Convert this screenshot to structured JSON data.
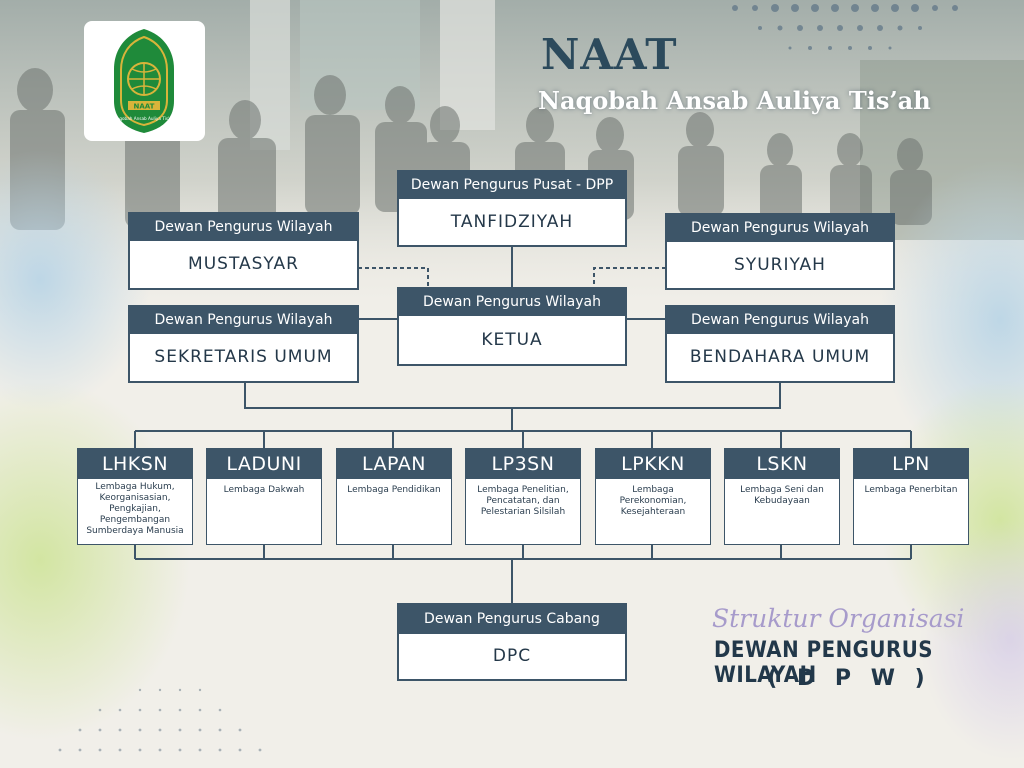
{
  "header": {
    "title": "NAAT",
    "subtitle": "Naqobah Ansab Auliya Tis’ah"
  },
  "logo": {
    "caption": "NAAT",
    "ring_text": "Naqobah Ansab Auliya Tis'ah"
  },
  "nodes": {
    "tanfidziyah": {
      "head": "Dewan Pengurus Pusat - DPP",
      "body": "TANFIDZIYAH"
    },
    "mustasyar": {
      "head": "Dewan Pengurus Wilayah",
      "body": "MUSTASYAR"
    },
    "syuriyah": {
      "head": "Dewan Pengurus Wilayah",
      "body": "SYURIYAH"
    },
    "ketua": {
      "head": "Dewan Pengurus Wilayah",
      "body": "KETUA"
    },
    "sekretaris": {
      "head": "Dewan Pengurus Wilayah",
      "body": "SEKRETARIS UMUM"
    },
    "bendahara": {
      "head": "Dewan Pengurus Wilayah",
      "body": "BENDAHARA UMUM"
    },
    "dpc": {
      "head": "Dewan Pengurus Cabang",
      "body": "DPC"
    }
  },
  "units": [
    {
      "name": "LHKSN",
      "desc": "Lembaga Hukum, Keorganisasian, Pengkajian, Pengembangan Sumberdaya Manusia"
    },
    {
      "name": "LADUNI",
      "desc": "Lembaga Dakwah"
    },
    {
      "name": "LAPAN",
      "desc": "Lembaga Pendidikan"
    },
    {
      "name": "LP3SN",
      "desc": "Lembaga Penelitian, Pencatatan, dan Pelestarian Silsilah"
    },
    {
      "name": "LPKKN",
      "desc": "Lembaga Perekonomian, Kesejahteraan"
    },
    {
      "name": "LSKN",
      "desc": "Lembaga Seni dan Kebudayaan"
    },
    {
      "name": "LPN",
      "desc": "Lembaga Penerbitan"
    }
  ],
  "footer": {
    "script_title": "Struktur Organisasi",
    "title": "DEWAN PENGURUS WILAYAH",
    "abbr": "( D P W )"
  },
  "colors": {
    "primary": "#3d5568",
    "title": "#2c4a5c",
    "script": "#a79bcb",
    "logo_green": "#1f8a3a",
    "logo_gold": "#d8b43a"
  }
}
